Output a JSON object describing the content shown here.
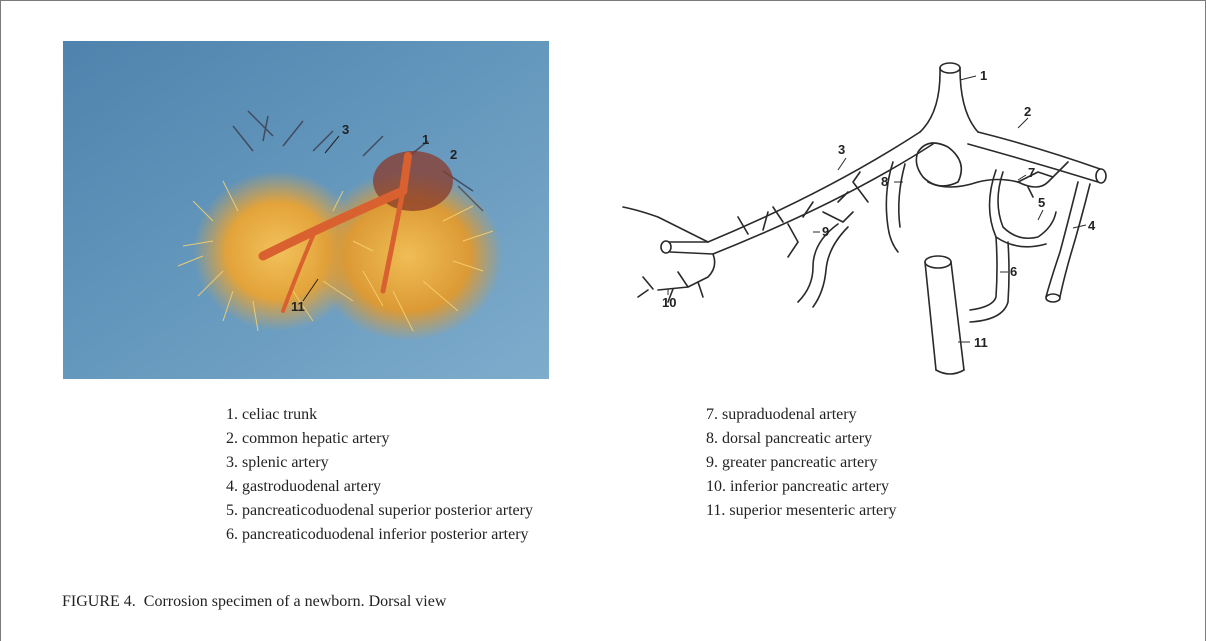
{
  "photo": {
    "labels": [
      "1",
      "2",
      "3",
      "11"
    ]
  },
  "drawing": {
    "labels": [
      "1",
      "2",
      "3",
      "4",
      "5",
      "6",
      "7",
      "8",
      "9",
      "10",
      "11"
    ]
  },
  "legend": {
    "left": [
      "1. celiac trunk",
      "2. common hepatic artery",
      "3. splenic artery",
      "4. gastroduodenal artery",
      "5. pancreaticoduodenal superior posterior artery",
      "6. pancreaticoduodenal inferior posterior artery"
    ],
    "right": [
      "7. supraduodenal artery",
      "8. dorsal pancreatic artery",
      "9. greater pancreatic artery",
      "10. inferior pancreatic artery",
      "11. superior mesenteric artery"
    ]
  },
  "caption": {
    "figure": "FIGURE 4.",
    "text": "Corrosion specimen of a newborn. Dorsal view"
  },
  "colors": {
    "photo_background": "#5b8fb5",
    "specimen": "#e8a93a",
    "specimen_red": "#c0452a"
  }
}
